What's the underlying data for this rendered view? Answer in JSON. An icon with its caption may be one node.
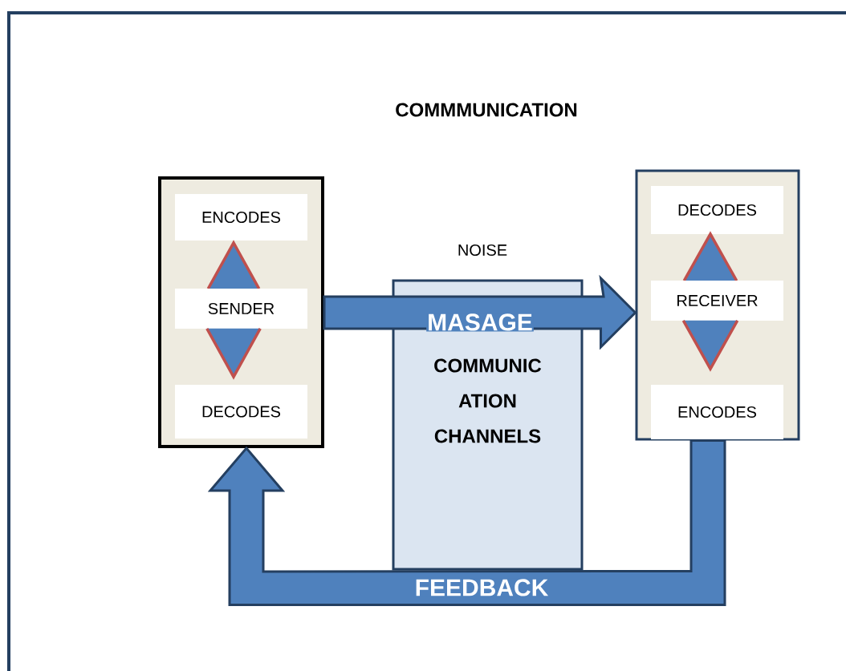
{
  "diagram": {
    "title": "COMMMUNICATION",
    "nodes": [
      {
        "text": [],
        "shape": "box"
      },
      {
        "text": [
          "ENCODES"
        ],
        "in": 0
      },
      {
        "text": [],
        "shape": "triangle",
        "in": 0
      },
      {
        "text": [
          "SENDER"
        ],
        "in": 0
      },
      {
        "text": [],
        "shape": "triangle",
        "in": 0
      },
      {
        "text": [
          "DECODES"
        ],
        "in": 0
      },
      {
        "text": [
          "COMMUNIC ATION CHANNELS"
        ]
      },
      {
        "text": [],
        "shape": "box"
      },
      {
        "text": [
          "DECODES"
        ],
        "in": 7
      },
      {
        "text": [],
        "shape": "triangle",
        "in": 7
      },
      {
        "text": [
          "RECEIVER"
        ],
        "in": 7
      },
      {
        "text": [],
        "shape": "triangle",
        "in": 7
      },
      {
        "text": [
          "ENCODES"
        ],
        "in": 7
      }
    ],
    "edges": [
      {
        "from": 0,
        "to": 7,
        "arrow": "to",
        "label": "MASAGE"
      },
      {
        "from": 7,
        "to": 0,
        "arrow": "to",
        "label": "FEEDBACK"
      }
    ],
    "labels": [
      "NOISE"
    ]
  }
}
